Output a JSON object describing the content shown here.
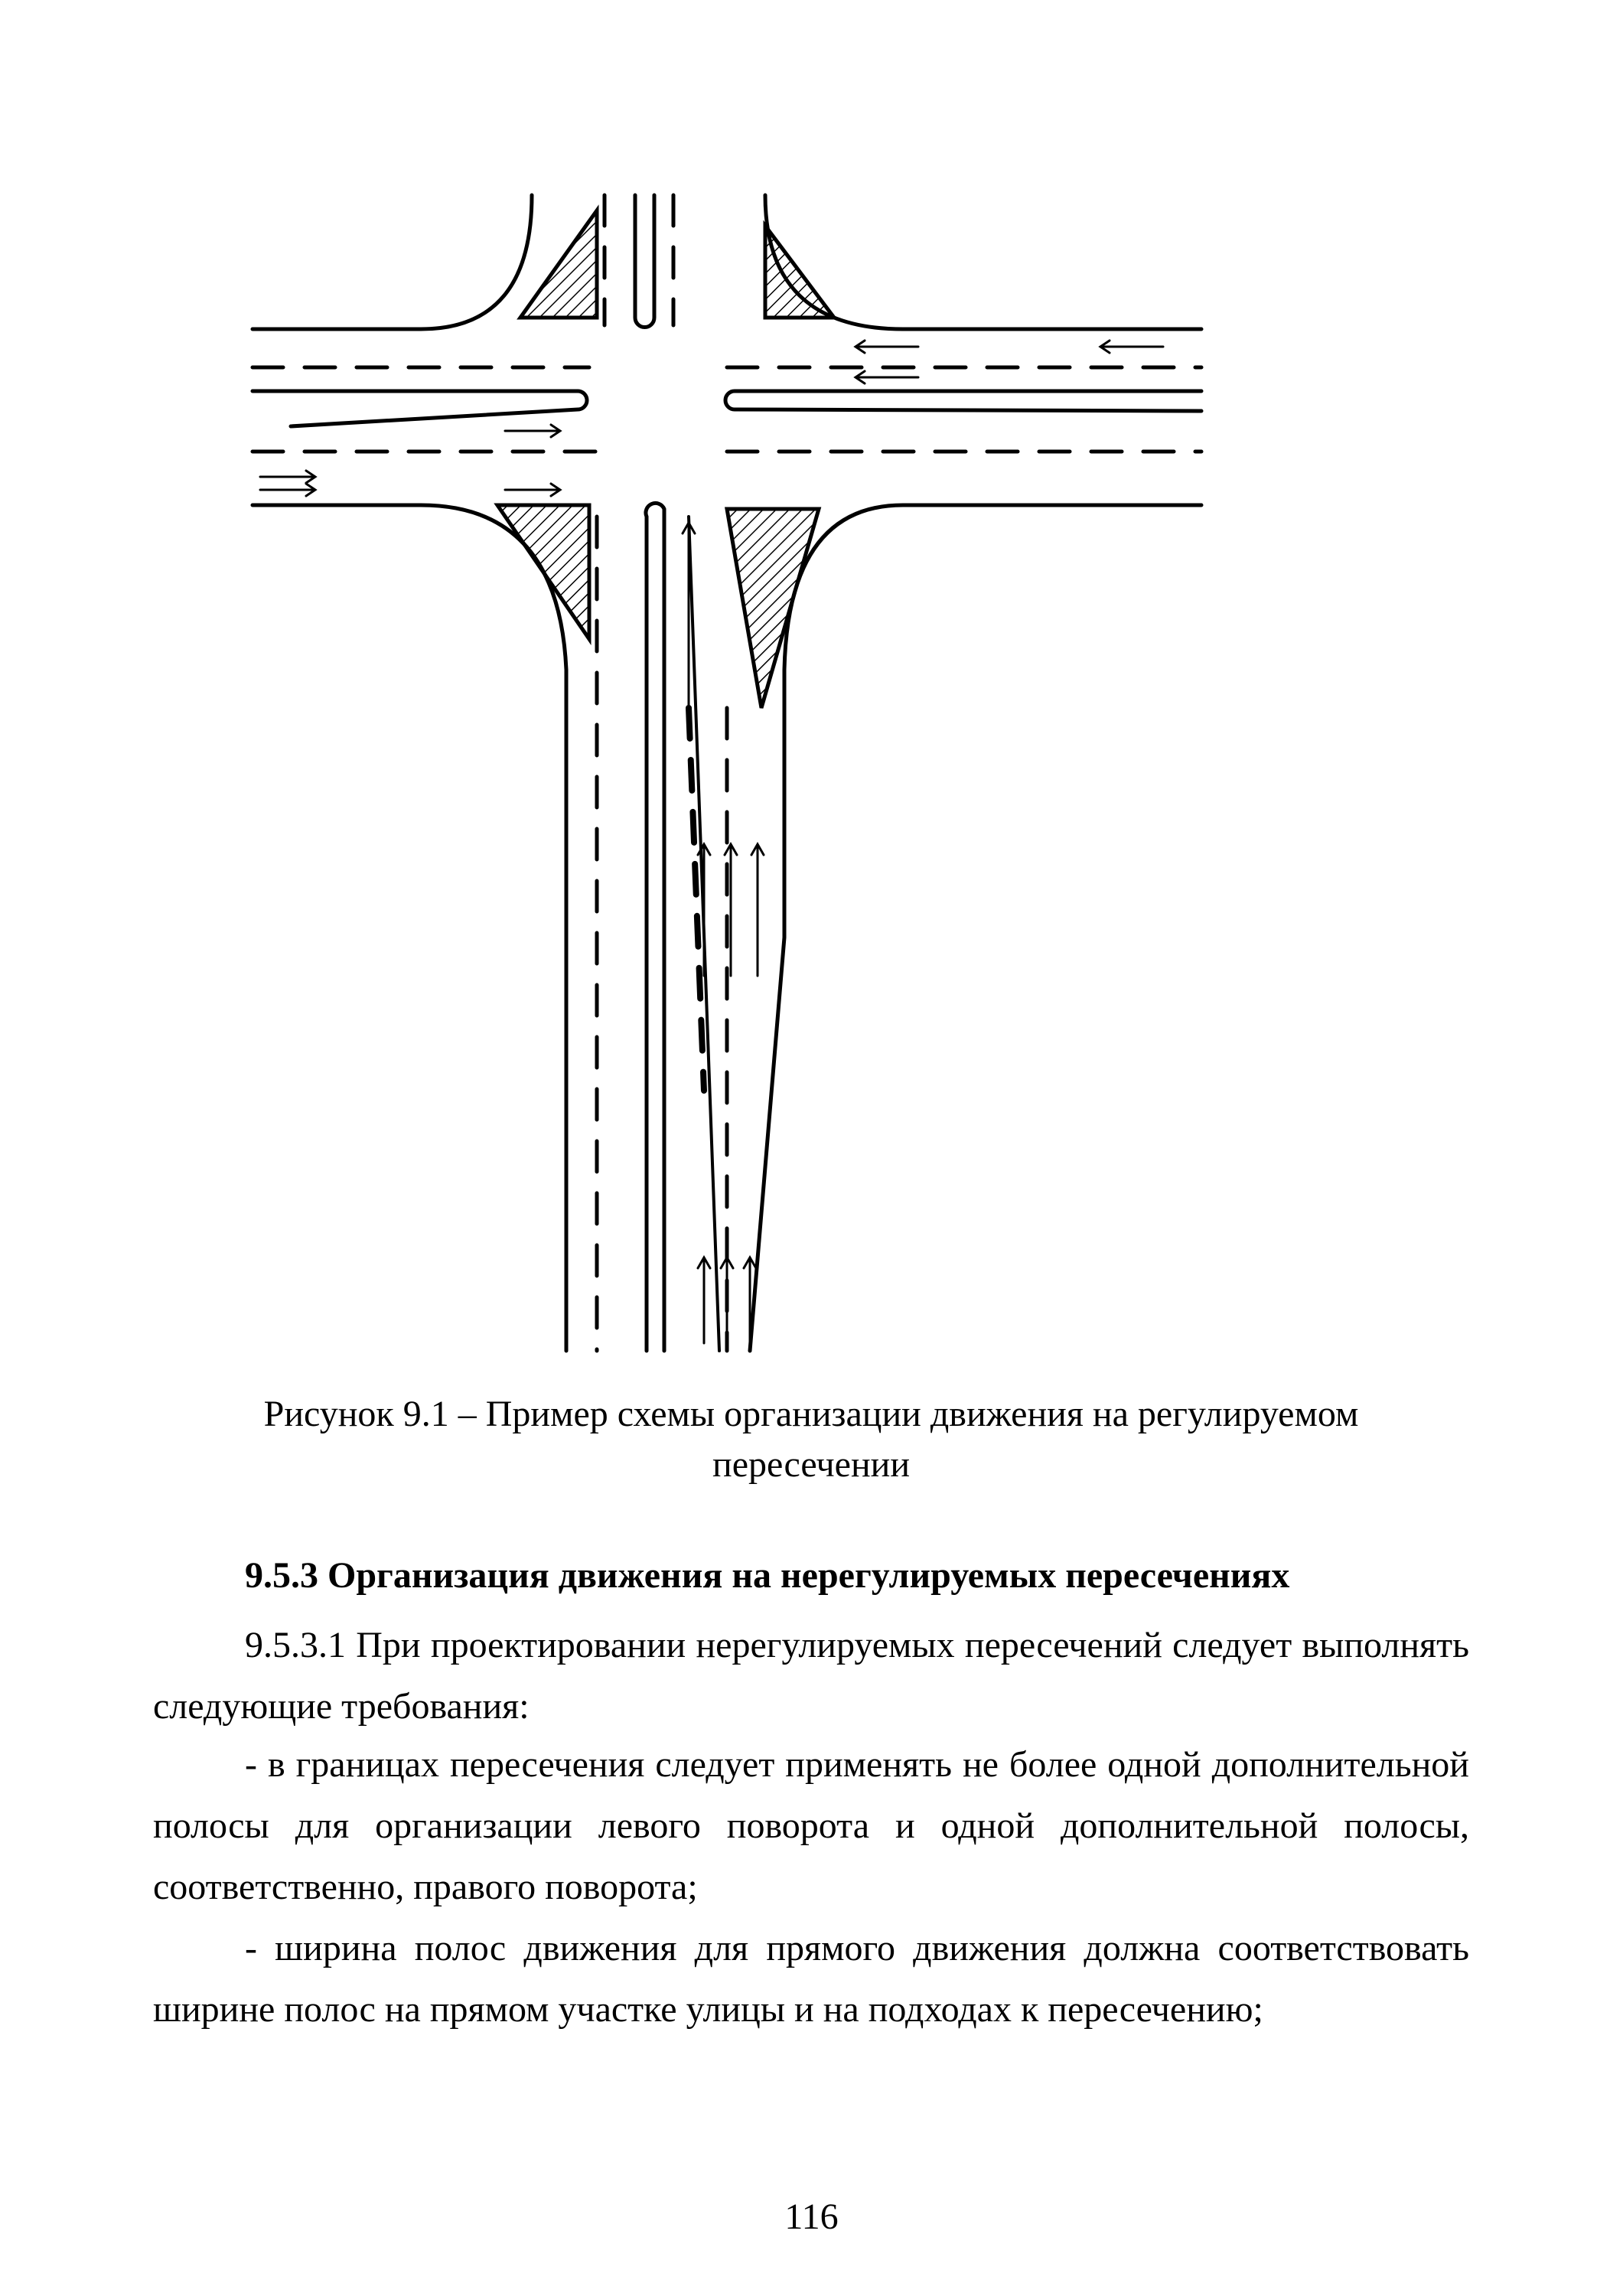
{
  "figure": {
    "caption_line1": "Рисунок 9.1 – Пример схемы организации движения на регулируемом",
    "caption_line2": "пересечении"
  },
  "section": {
    "heading": "9.5.3 Организация движения на нерегулируемых пересечениях",
    "paragraphs": [
      "9.5.3.1 При проектировании нерегулируемых пересечений следует выполнять следующие требования:",
      "- в границах пересечения следует применять не более одной дополнительной полосы для организации левого поворота и одной дополнительной полосы, соответственно, правого поворота;",
      "- ширина полос движения для прямого движения должна соответствовать ширине полос на прямом участке улицы и на подходах к пересечению;"
    ]
  },
  "page": {
    "number": "116"
  }
}
